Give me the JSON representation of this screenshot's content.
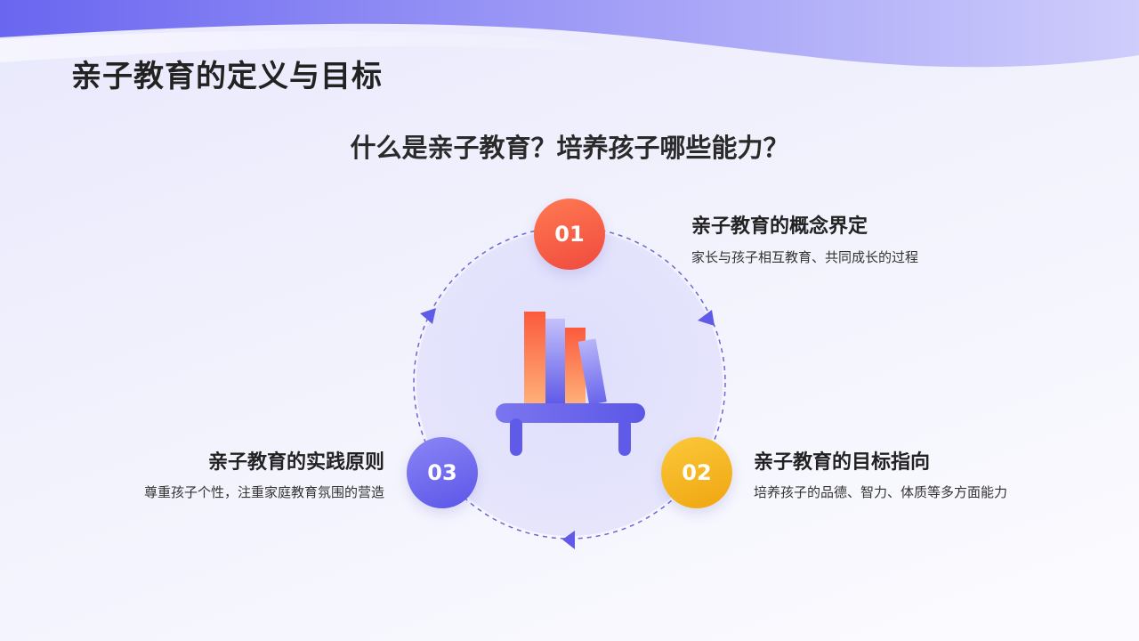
{
  "page": {
    "title": "亲子教育的定义与目标",
    "subtitle": "什么是亲子教育？培养孩子哪些能力？"
  },
  "items": [
    {
      "number": "01",
      "title": "亲子教育的概念界定",
      "description": "家长与孩子相互教育、共同成长的过程",
      "color": "#f5573f"
    },
    {
      "number": "02",
      "title": "亲子教育的目标指向",
      "description": "培养孩子的品德、智力、体质等多方面能力",
      "color": "#f4b41f"
    },
    {
      "number": "03",
      "title": "亲子教育的实践原则",
      "description": "尊重孩子个性，注重家庭教育氛围的营造",
      "color": "#6e69ee"
    }
  ],
  "center_icon": "bookshelf-icon",
  "colors": {
    "accent": "#5f5ae8",
    "dashed_ring": "#6a67d8"
  }
}
